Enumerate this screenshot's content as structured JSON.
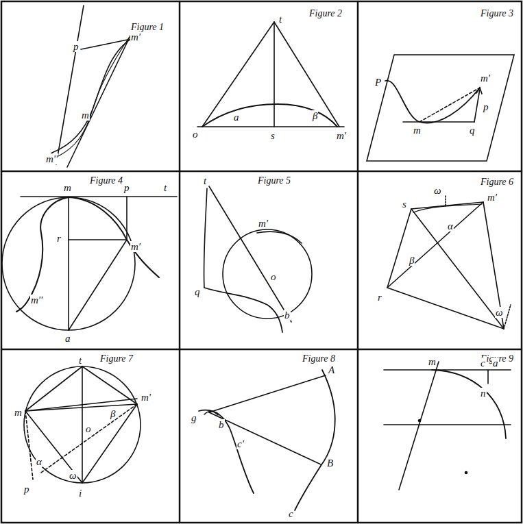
{
  "diagram": {
    "labels": [
      "Figure 1",
      "p",
      "m'",
      "m",
      "m''",
      "Figure 2",
      "t",
      "o",
      "a",
      "β",
      "s",
      "m'",
      "Figure 3",
      "P",
      "m'",
      "m",
      "p",
      "q",
      "Figure 4",
      "m",
      "p",
      "t",
      "r",
      "m'",
      "m''",
      "a",
      "Figure 5",
      "t",
      "m'",
      "o",
      "q",
      "b",
      "Figure 6",
      "s",
      "ω",
      "m'",
      "α",
      "β",
      "r",
      "ω",
      "Figure 7",
      "t",
      "m",
      "m'",
      "o",
      "β",
      "α",
      "ω",
      "p",
      "i",
      "Figure 8",
      "A",
      "g",
      "b",
      "c'",
      "B",
      "c",
      "Figure 9",
      "m",
      "c",
      "a",
      "n"
    ]
  }
}
